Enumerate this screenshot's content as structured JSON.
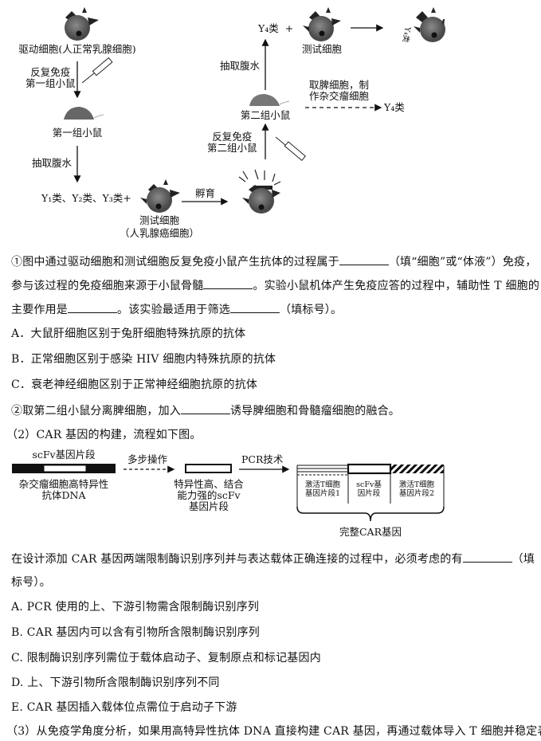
{
  "diagram1": {
    "driver_cell": "驱动细胞(人正常乳腺细胞)",
    "immunize_group1": [
      "反复免疫",
      "第一组小鼠"
    ],
    "group1_mouse": "第一组小鼠",
    "extract_ascites_1": "抽取腹水",
    "antibodies_y123": "Y₁类、Y₂类、Y₃类+",
    "test_cell_name": "测试细胞",
    "test_cell_desc": "（人乳腺癌细胞）",
    "incubate": "孵育",
    "immunize_group2": [
      "反复免疫",
      "第二组小鼠"
    ],
    "group2_mouse": "第二组小鼠",
    "extract_ascites_2": "抽取腹水",
    "y4_plus": "Y₄类  +",
    "test_cell_top": "测试细胞",
    "bound_y4": "Y₄类",
    "spleen_step": [
      "取脾细胞，制",
      "作杂交瘤细胞"
    ],
    "y4_result": "Y₄类"
  },
  "questions_part1": {
    "q1_line1": [
      "①图中通过驱动细胞和测试细胞反复免疫小鼠产生抗体的过程属于",
      "（填“细胞”或“体液”）免疫，"
    ],
    "q1_line2": [
      "参与该过程的免疫细胞来源于小鼠骨髓",
      "。实验小鼠机体产生免疫应答的过程中，辅助性 T 细胞的"
    ],
    "q1_line3": [
      "主要作用是",
      "。该实验最适用于筛选",
      "（填标号）。"
    ],
    "options": [
      "A．大鼠肝细胞区别于兔肝细胞特殊抗原的抗体",
      "B．正常细胞区别于感染 HIV 细胞内特殊抗原的抗体",
      "C．衰老神经细胞区别于正常神经细胞抗原的抗体"
    ],
    "q2": [
      "②取第二组小鼠分离脾细胞，加入",
      "诱导脾细胞和骨髓瘤细胞的融合。"
    ],
    "section2_title": "（2）CAR 基因的构建，流程如下图。"
  },
  "diagram2": {
    "scfv_fragment": "scFv基因片段",
    "hybridoma_dna": [
      "杂交瘤细胞高特异性",
      "抗体DNA"
    ],
    "multi_step": "多步操作",
    "high_specific": [
      "特异性高、结合",
      "能力强的scFv",
      "基因片段"
    ],
    "pcr": "PCR技术",
    "seg1": [
      "激活T细胞",
      "基因片段1"
    ],
    "seg_scfv": [
      "scFv基",
      "因片段"
    ],
    "seg2": [
      "激活T细胞",
      "基因片段2"
    ],
    "complete_car": "完整CAR基因"
  },
  "questions_part2": {
    "q_line1": [
      "在设计添加 CAR 基因两端限制酶识别序列并与表达载体正确连接的过程中，必须考虑的有",
      "（填"
    ],
    "q_line2": "标号）。",
    "options": [
      "A. PCR 使用的上、下游引物需含限制酶识别序列",
      "B. CAR 基因内可以含有引物所含限制酶识别序列",
      "C.  限制酶识别序列需位于载体启动子、复制原点和标记基因内",
      "D.  上、下游引物所含限制酶识别序列不同",
      "E. CAR 基因插入载体位点需位于启动子下游"
    ],
    "section3": "（3）从免疫学角度分析，如果用高特异性抗体 DNA 直接构建 CAR 基因，再通过载体导入 T 细胞并稳定表"
  }
}
